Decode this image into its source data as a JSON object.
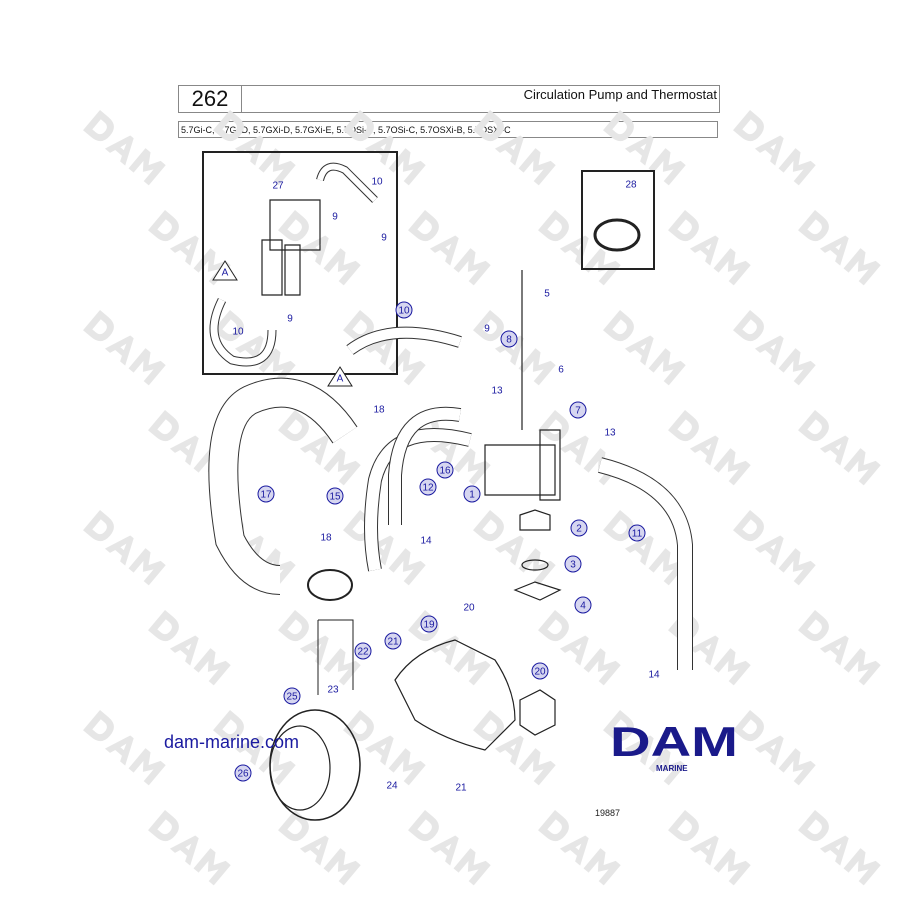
{
  "header": {
    "page_number": "262",
    "title": "Circulation Pump and Thermostat",
    "models": "5.7Gi-C, 5.7Gi-D, 5.7GXi-D, 5.7GXi-E, 5.7OSi-B, 5.7OSi-C, 5.7OSXi-B, 5.7OSXi-C"
  },
  "watermark": "DAM",
  "website": "dam-marine.com",
  "logo": {
    "brand": "DAM",
    "sub": "MARINE",
    "color": "#1a1a8a"
  },
  "image_number": "19887",
  "callouts": [
    {
      "label": "27",
      "circled": false
    },
    {
      "label": "10",
      "circled": false
    },
    {
      "label": "9",
      "circled": false
    },
    {
      "label": "9",
      "circled": false
    },
    {
      "label": "A",
      "circled": false,
      "triangle": true
    },
    {
      "label": "10",
      "circled": false
    },
    {
      "label": "9",
      "circled": false
    },
    {
      "label": "28",
      "circled": false
    },
    {
      "label": "5",
      "circled": false
    },
    {
      "label": "10",
      "circled": true
    },
    {
      "label": "9",
      "circled": false
    },
    {
      "label": "8",
      "circled": true
    },
    {
      "label": "6",
      "circled": false
    },
    {
      "label": "13",
      "circled": false
    },
    {
      "label": "7",
      "circled": true
    },
    {
      "label": "18",
      "circled": false
    },
    {
      "label": "13",
      "circled": false
    },
    {
      "label": "A",
      "circled": false,
      "triangle": true
    },
    {
      "label": "16",
      "circled": true
    },
    {
      "label": "12",
      "circled": true
    },
    {
      "label": "1",
      "circled": true
    },
    {
      "label": "17",
      "circled": true
    },
    {
      "label": "15",
      "circled": true
    },
    {
      "label": "2",
      "circled": true
    },
    {
      "label": "11",
      "circled": true
    },
    {
      "label": "14",
      "circled": false
    },
    {
      "label": "18",
      "circled": false
    },
    {
      "label": "3",
      "circled": true
    },
    {
      "label": "4",
      "circled": true
    },
    {
      "label": "20",
      "circled": false
    },
    {
      "label": "19",
      "circled": true
    },
    {
      "label": "21",
      "circled": true
    },
    {
      "label": "22",
      "circled": true
    },
    {
      "label": "20",
      "circled": true
    },
    {
      "label": "14",
      "circled": false
    },
    {
      "label": "23",
      "circled": false
    },
    {
      "label": "25",
      "circled": true
    },
    {
      "label": "26",
      "circled": true
    },
    {
      "label": "24",
      "circled": false
    },
    {
      "label": "21",
      "circled": false
    }
  ]
}
